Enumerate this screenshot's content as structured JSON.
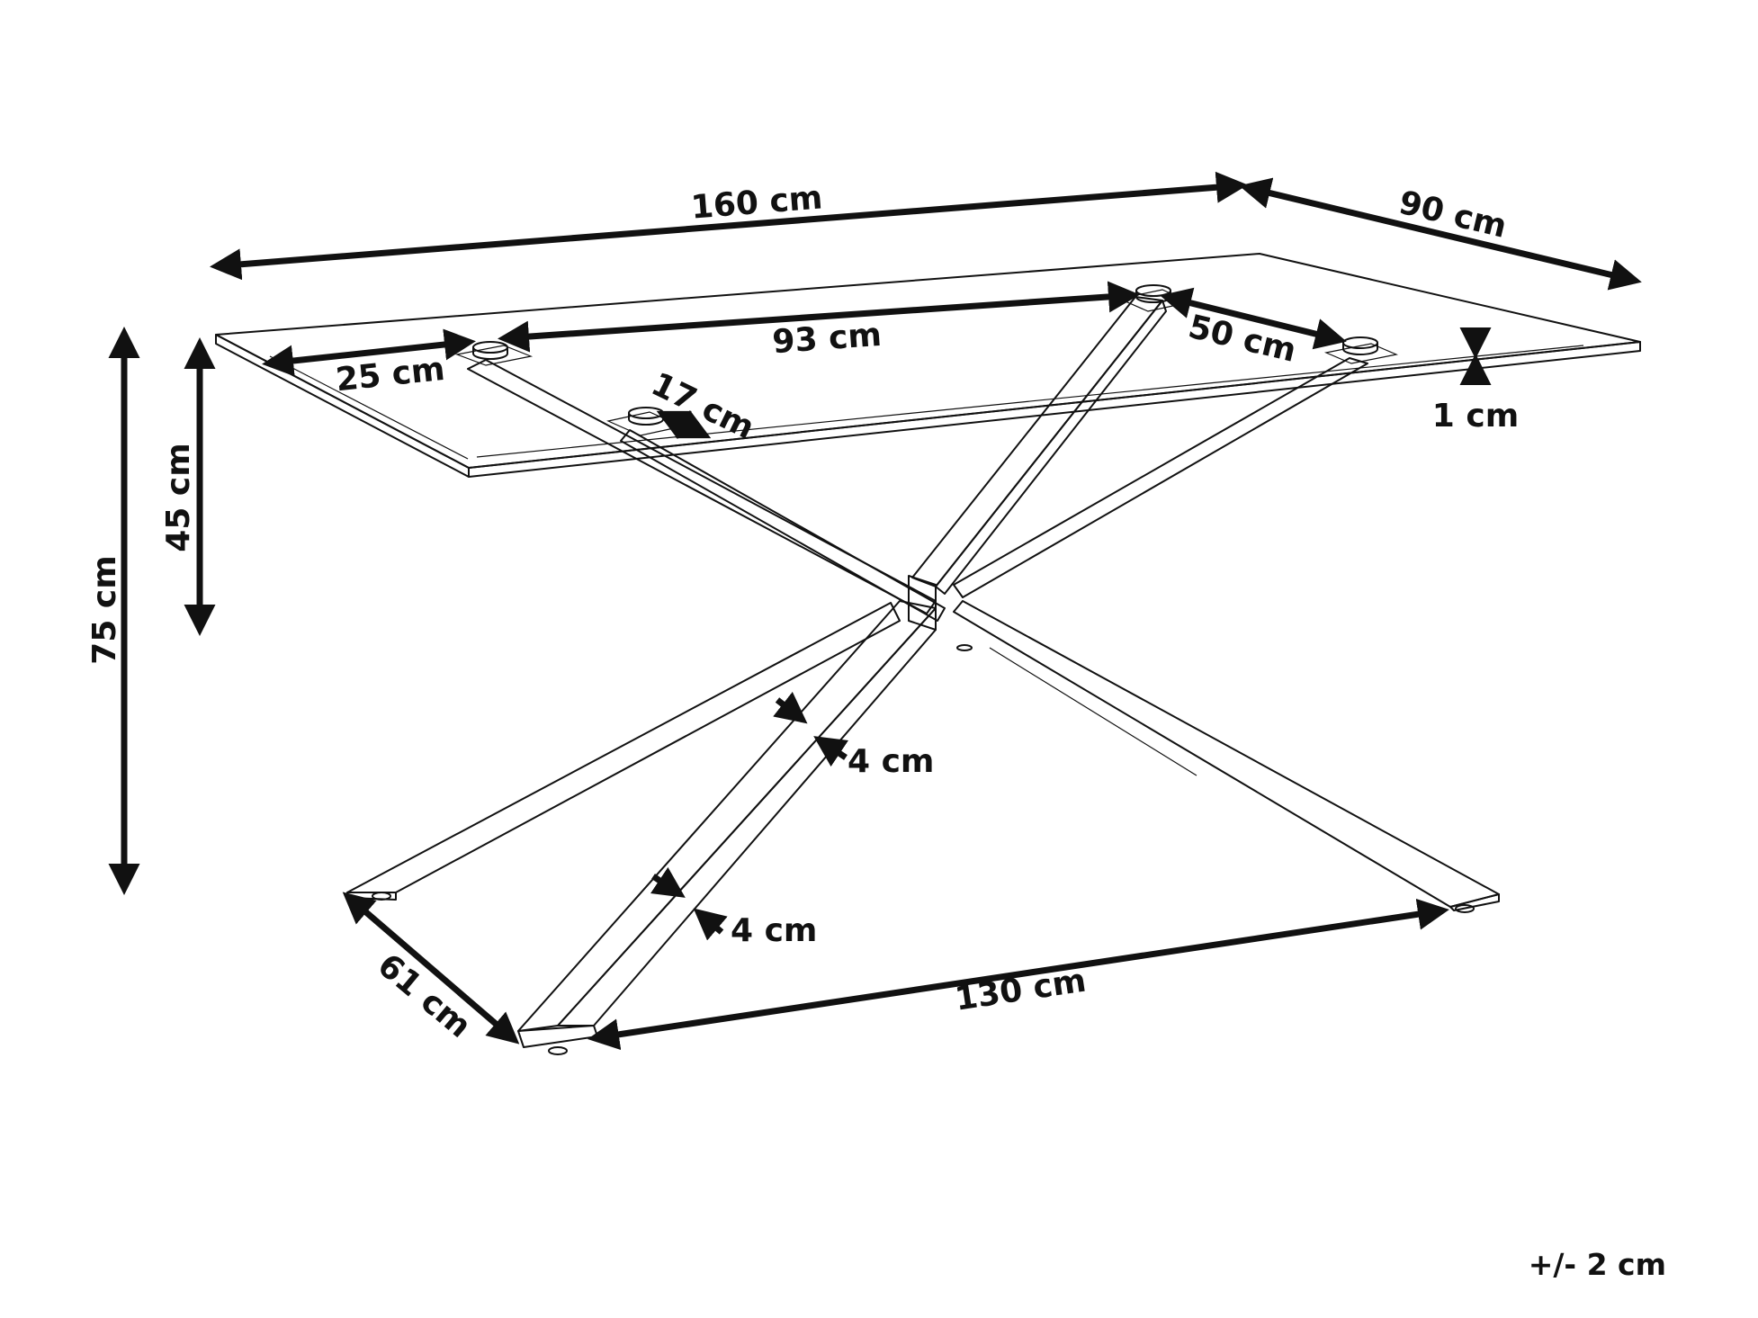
{
  "dimensions": {
    "top_length": "160 cm",
    "top_width": "90 cm",
    "total_height": "75 cm",
    "base_height": "45 cm",
    "top_thickness": "1 cm",
    "edge_to_pad": "25 cm",
    "pad_spacing_long": "93 cm",
    "pad_spacing_short": "50 cm",
    "pad_size": "17 cm",
    "leg_width_upper": "4 cm",
    "leg_width_lower": "4 cm",
    "foot_depth": "61 cm",
    "foot_length": "130 cm"
  },
  "tolerance": "+/- 2 cm",
  "colors": {
    "line": "#111111",
    "background": "#ffffff"
  }
}
